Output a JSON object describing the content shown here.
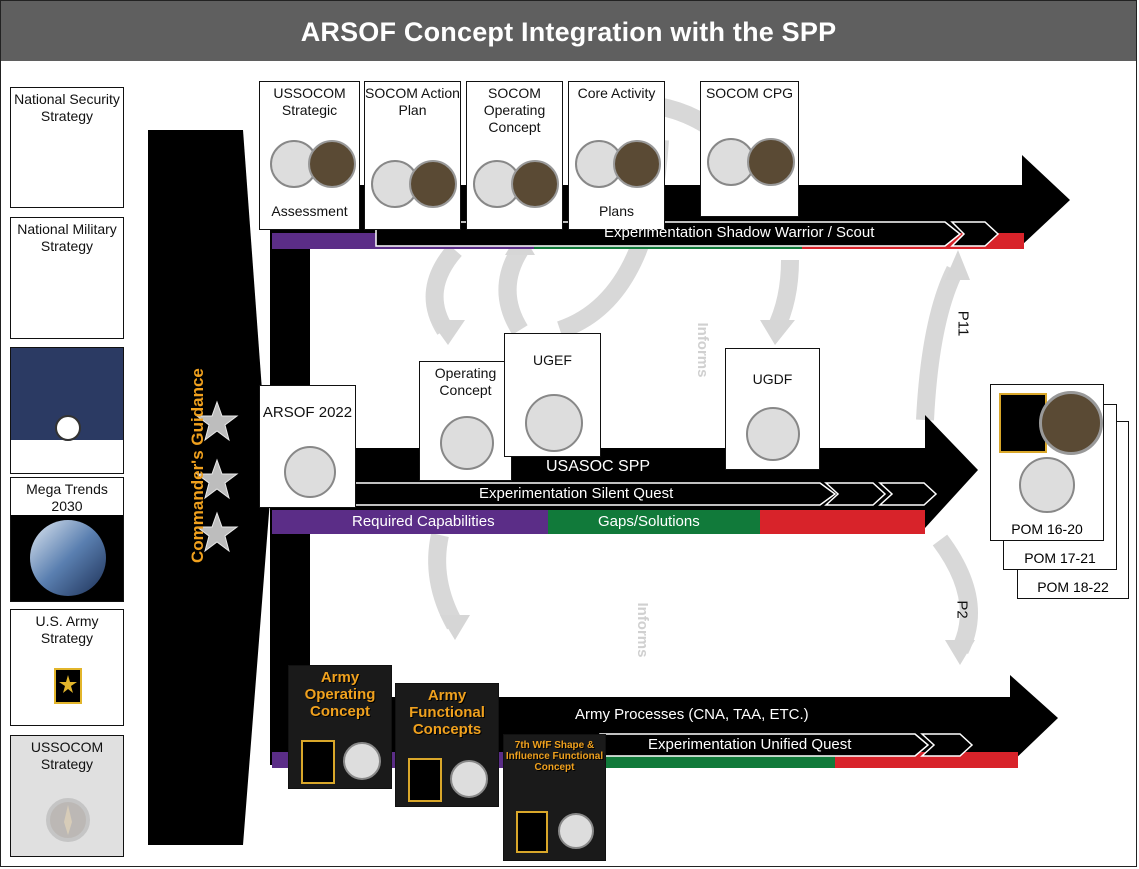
{
  "title": "ARSOF Concept Integration with the SPP",
  "left_column": [
    {
      "label": "National Security Strategy"
    },
    {
      "label": "National Military Strategy"
    },
    {
      "label": ""
    },
    {
      "label": "Mega Trends 2030"
    },
    {
      "label": "U.S. Army Strategy"
    },
    {
      "label": "USSOCOM Strategy"
    }
  ],
  "commanders_guidance": "Commander's Guidance",
  "top_boxes": [
    {
      "top": "USSOCOM Strategic",
      "bottom": "Assessment"
    },
    {
      "top": "SOCOM Action Plan",
      "bottom": ""
    },
    {
      "top": "SOCOM Operating Concept",
      "bottom": ""
    },
    {
      "top": "Core Activity",
      "bottom": "Plans"
    },
    {
      "top": "SOCOM CPG",
      "bottom": ""
    }
  ],
  "top_bar": {
    "experimentation": "Experimentation Shadow Warrior / Scout"
  },
  "mid_boxes": [
    {
      "label": "ARSOF 2022"
    },
    {
      "label": "Operating Concept"
    },
    {
      "label": "UGEF"
    },
    {
      "label": "UGDF"
    }
  ],
  "mid_bar": {
    "main": "USASOC SPP",
    "experimentation": "Experimentation Silent Quest",
    "segments": [
      "Required Capabilities",
      "Gaps/Solutions"
    ]
  },
  "informs_labels": [
    "Informs",
    "Informs"
  ],
  "p_labels": [
    "P11",
    "P2"
  ],
  "pom_labels": [
    "POM 16-20",
    "POM 17-21",
    "POM 18-22"
  ],
  "army_boxes": [
    {
      "label": "Army Operating Concept"
    },
    {
      "label": "Army Functional Concepts"
    },
    {
      "label": "7th WfF Shape & Influence Functional Concept"
    }
  ],
  "bottom_bar": {
    "main": "Army Processes (CNA, TAA, ETC.)",
    "experimentation": "Experimentation Unified Quest"
  },
  "colors": {
    "purple": "#5b2d87",
    "green": "#117a3a",
    "red": "#d8232a",
    "banner": "#5f5f5f",
    "orange": "#f0a11e"
  }
}
